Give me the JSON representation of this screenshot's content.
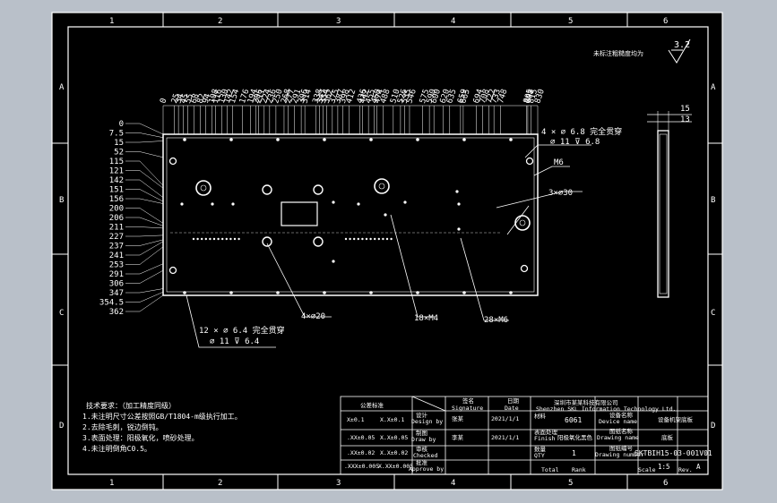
{
  "grid": {
    "cols": [
      "1",
      "2",
      "3",
      "4",
      "5",
      "6"
    ],
    "rows": [
      "A",
      "B",
      "C",
      "D"
    ]
  },
  "dimensions": {
    "top": [
      "0",
      "25",
      "34",
      "45",
      "55",
      "68",
      "82",
      "94",
      "108",
      "116",
      "130",
      "142",
      "154",
      "176",
      "194",
      "206",
      "211",
      "224",
      "236",
      "250",
      "268",
      "277",
      "291",
      "306",
      "314",
      "338",
      "347",
      "354",
      "362",
      "375",
      "387",
      "398",
      "412",
      "436",
      "442",
      "455",
      "468",
      "474",
      "488",
      "510",
      "526",
      "535",
      "546",
      "575",
      "590",
      "600",
      "620",
      "635",
      "659",
      "665",
      "694",
      "708",
      "722",
      "733",
      "748",
      "805",
      "808",
      "815",
      "830"
    ],
    "left": [
      "0",
      "7.5",
      "15",
      "52",
      "115",
      "121",
      "142",
      "151",
      "156",
      "200",
      "206",
      "211",
      "227",
      "237",
      "241",
      "253",
      "291",
      "306",
      "347",
      "354.5",
      "362"
    ],
    "side_top": "15",
    "side_second": "13"
  },
  "annotations": {
    "tapped_holes_top": "4 × ⌀ 6.8 完全贯穿",
    "tapped_holes_top_depth": "⌀ 11 ⊽ 6.8",
    "thread_m6": "M6",
    "holes_3x30": "3×⌀30",
    "holes_4x20": "4×⌀20",
    "holes_18m4": "18×M4",
    "holes_28m6": "28×M6",
    "tapped_holes_bottom": "12 × ⌀ 6.4 完全贯穿",
    "tapped_holes_bottom_depth": "⌀ 11 ⊽ 6.4",
    "note_top_right": "未标注粗糙度均为",
    "roughness": "3.2"
  },
  "technical_notes": {
    "title": "技术要求：（加工精度同级）",
    "lines": [
      "1.未注明尺寸公差按照GB/T1804-m级执行加工。",
      "2.去除毛刺，锐边倒钝。",
      "3.表面处理：阳极氧化，喷砂处理。",
      "4.未注明倒角C0.5。"
    ]
  },
  "title_block": {
    "tolerance_header": "公差标准",
    "tolerances": [
      {
        "range": "X±0.1",
        "value": "X.X±0.1"
      },
      {
        "range": ".XX±0.05",
        "value": "X.X±0.05"
      },
      {
        "range": ".XX±0.02",
        "value": "X.X±0.02"
      },
      {
        "range": ".XXX±0.005",
        "value": "X.XX±0.005"
      }
    ],
    "roles": [
      {
        "zh": "设计",
        "en": "Design by"
      },
      {
        "zh": "制图",
        "en": "Draw by"
      },
      {
        "zh": "审核",
        "en": "Checked"
      },
      {
        "zh": "批准",
        "en": "Approve by"
      }
    ],
    "signature_zh": "签名",
    "signature_en": "Signature",
    "date_zh": "日期",
    "date_en": "Date",
    "signers": [
      "张某",
      "李某"
    ],
    "dates": [
      "2021/1/1",
      "2021/1/1"
    ],
    "company_zh": "深圳市某某科技有限公司",
    "company_en": "Shenzhen SKL Information Technology Ltd.",
    "material_label": "材料",
    "material": "6061",
    "finish_label": "表面处理",
    "finish_en": "Finish",
    "finish": "阳极氧化黑色",
    "qty_label": "数量",
    "qty_en": "QTY",
    "qty": "1",
    "device_label_zh": "设备名称",
    "device_label_en": "Device name",
    "device_name": "设备机架底板",
    "drawing_label_zh": "图纸名称",
    "drawing_label_en": "Drawing name",
    "drawing_name": "底板",
    "number_label_zh": "图纸编号",
    "number_label_en": "Drawing number",
    "drawing_number": "SKTBIH15-03-001V01",
    "total_label": "Total",
    "rank_label": "Rank",
    "scale_label": "Scale",
    "scale": "1:5",
    "rev_label": "Rev.",
    "rev": "A"
  }
}
